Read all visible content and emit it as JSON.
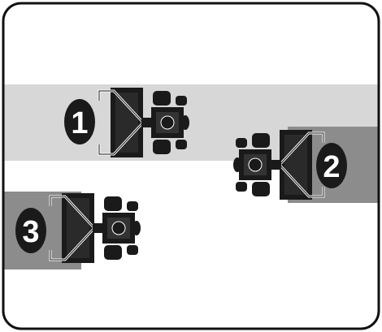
{
  "figure": {
    "border_color": "#111111",
    "background": "#ffffff",
    "colors": {
      "pass_band_light": "#d7d7d7",
      "pass_band_dark": "#8c8c8c",
      "mower_body": "#1a1a1a",
      "badge_fill": "#1a1a1a",
      "badge_text": "#ffffff"
    },
    "steps": [
      {
        "label": "1",
        "mower_heading": "right",
        "band_shade": "light"
      },
      {
        "label": "2",
        "mower_heading": "left",
        "band_shade": "dark"
      },
      {
        "label": "3",
        "mower_heading": "right",
        "band_shade": "dark"
      }
    ]
  }
}
